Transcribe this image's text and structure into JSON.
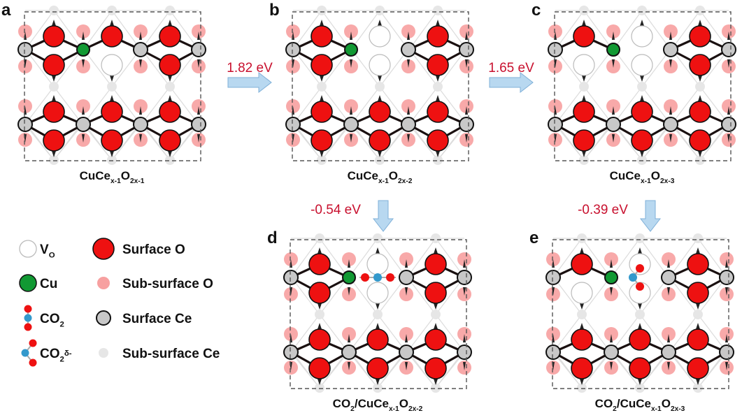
{
  "colors": {
    "surface_o": "#ee1111",
    "sub_o": "#f7a0a0",
    "surface_ce": "#c8c8c8",
    "sub_ce": "#e6e6e6",
    "cu": "#119933",
    "co2_c": "#3399cc",
    "arrow": "#b8d8f0",
    "energy": "#c8102e"
  },
  "panels": [
    {
      "id": "a",
      "label": "a",
      "vacancies": [
        "t1lo"
      ],
      "co2": "none",
      "caption": [
        {
          "t": "CuCe"
        },
        {
          "t": "x-1",
          "s": "sub"
        },
        {
          "t": "O"
        },
        {
          "t": "2x-1",
          "s": "sub"
        }
      ]
    },
    {
      "id": "b",
      "label": "b",
      "vacancies": [
        "t1up",
        "t1lo"
      ],
      "co2": "none",
      "caption": [
        {
          "t": "CuCe"
        },
        {
          "t": "x-1",
          "s": "sub"
        },
        {
          "t": "O"
        },
        {
          "t": "2x-2",
          "s": "sub"
        }
      ]
    },
    {
      "id": "c",
      "label": "c",
      "vacancies": [
        "t1up",
        "t1lo",
        "t0lo"
      ],
      "co2": "none",
      "caption": [
        {
          "t": "CuCe"
        },
        {
          "t": "x-1",
          "s": "sub"
        },
        {
          "t": "O"
        },
        {
          "t": "2x-3",
          "s": "sub"
        }
      ]
    },
    {
      "id": "d",
      "label": "d",
      "vacancies": [
        "t1up",
        "t1lo"
      ],
      "co2": "linear",
      "caption": [
        {
          "t": "CO"
        },
        {
          "t": "2",
          "s": "sub"
        },
        {
          "t": "/CuCe"
        },
        {
          "t": "x-1",
          "s": "sub"
        },
        {
          "t": "O"
        },
        {
          "t": "2x-2",
          "s": "sub"
        }
      ]
    },
    {
      "id": "e",
      "label": "e",
      "vacancies": [
        "t1up",
        "t1lo",
        "t0lo"
      ],
      "co2": "bent",
      "caption": [
        {
          "t": "CO"
        },
        {
          "t": "2",
          "s": "sub"
        },
        {
          "t": "/CuCe"
        },
        {
          "t": "x-1",
          "s": "sub"
        },
        {
          "t": "O"
        },
        {
          "t": "2x-3",
          "s": "sub"
        }
      ]
    }
  ],
  "arrows": [
    {
      "from": "a",
      "to": "b",
      "direction": "right",
      "energy": "1.82 eV"
    },
    {
      "from": "b",
      "to": "c",
      "direction": "right",
      "energy": "1.65 eV"
    },
    {
      "from": "b",
      "to": "d",
      "direction": "down",
      "energy": "-0.54 eV"
    },
    {
      "from": "c",
      "to": "e",
      "direction": "down",
      "energy": "-0.39 eV"
    }
  ],
  "legend": [
    {
      "symbol": "vacancy",
      "label": [
        {
          "t": "V"
        },
        {
          "t": "O",
          "s": "sub"
        }
      ]
    },
    {
      "symbol": "cu",
      "label": [
        {
          "t": "Cu"
        }
      ]
    },
    {
      "symbol": "co2",
      "label": [
        {
          "t": "CO"
        },
        {
          "t": "2",
          "s": "sub"
        }
      ]
    },
    {
      "symbol": "co2-bent",
      "label": [
        {
          "t": "CO"
        },
        {
          "t": "2",
          "s": "sub"
        },
        {
          "t": "δ-",
          "s": "sup"
        }
      ]
    },
    {
      "symbol": "surface-o",
      "label": [
        {
          "t": "Surface O"
        }
      ]
    },
    {
      "symbol": "sub-o",
      "label": [
        {
          "t": "Sub-surface O"
        }
      ]
    },
    {
      "symbol": "surface-ce",
      "label": [
        {
          "t": "Surface Ce"
        }
      ]
    },
    {
      "symbol": "sub-ce",
      "label": [
        {
          "t": "Sub-surface Ce"
        }
      ]
    }
  ]
}
